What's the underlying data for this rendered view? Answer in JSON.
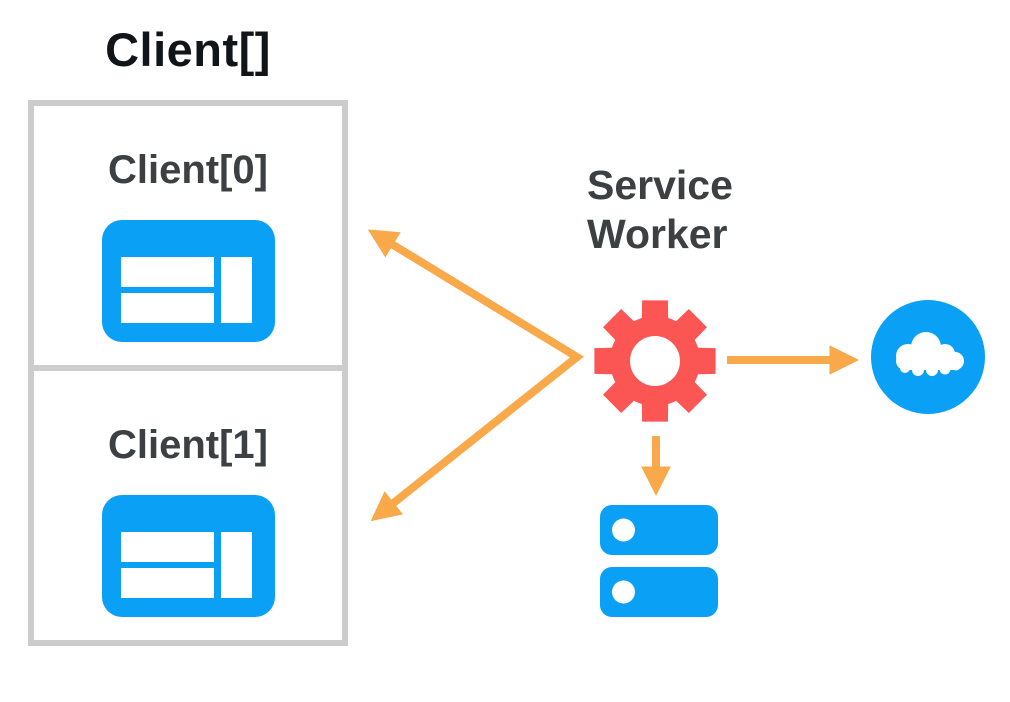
{
  "diagram": {
    "title": "Client[]",
    "clients": [
      {
        "label": "Client[0]",
        "icon": "browser-window-icon"
      },
      {
        "label": "Client[1]",
        "icon": "browser-window-icon"
      }
    ],
    "service_worker": {
      "line1": "Service",
      "line2": "Worker",
      "icon": "gear-icon"
    },
    "network": {
      "icon": "cloud-icon"
    },
    "cache_storage": {
      "icon": "database-icon"
    },
    "arrows": [
      {
        "name": "service-worker-to-clients",
        "style": "double-headed fork",
        "color": "orange"
      },
      {
        "name": "service-worker-to-network",
        "style": "single right",
        "color": "orange"
      },
      {
        "name": "service-worker-to-cache",
        "style": "single down",
        "color": "orange"
      }
    ],
    "colors": {
      "blue": "#0AA0F5",
      "red": "#FB5554",
      "orange": "#F9A84A",
      "box_border": "#CCCCCC",
      "text_dark": "#3C4043",
      "title": "#111418"
    }
  }
}
